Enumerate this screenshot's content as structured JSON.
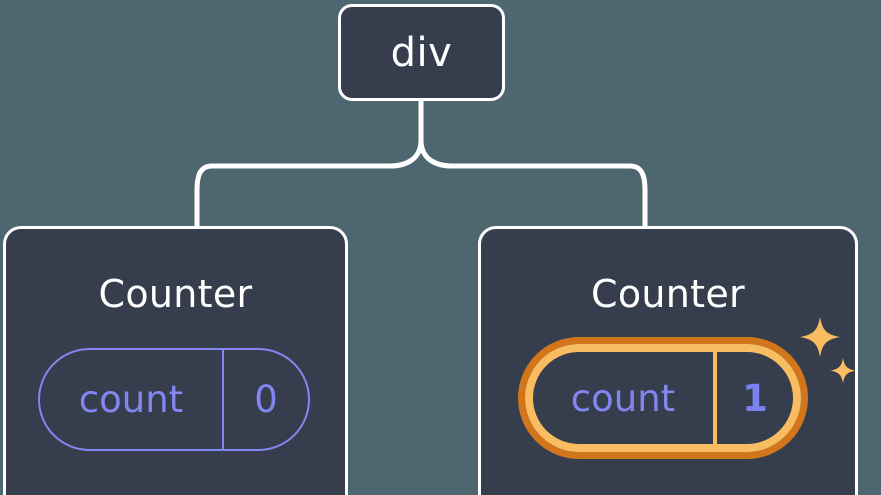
{
  "diagram": {
    "type": "component-tree",
    "background_color": "#4d6670",
    "node_fill_color": "#363d4c",
    "node_border_color": "#ffffff",
    "connector_color": "#ffffff",
    "accent_purple": "#8287f0",
    "highlight_outer_orange": "#d2761c",
    "highlight_inner_orange": "#f9bc60"
  },
  "root": {
    "label": "div"
  },
  "children": [
    {
      "title": "Counter",
      "state": {
        "key": "count",
        "value": "0"
      },
      "highlighted": false
    },
    {
      "title": "Counter",
      "state": {
        "key": "count",
        "value": "1"
      },
      "highlighted": true,
      "sparkle_icons": [
        "sparkle-large",
        "sparkle-small"
      ]
    }
  ]
}
